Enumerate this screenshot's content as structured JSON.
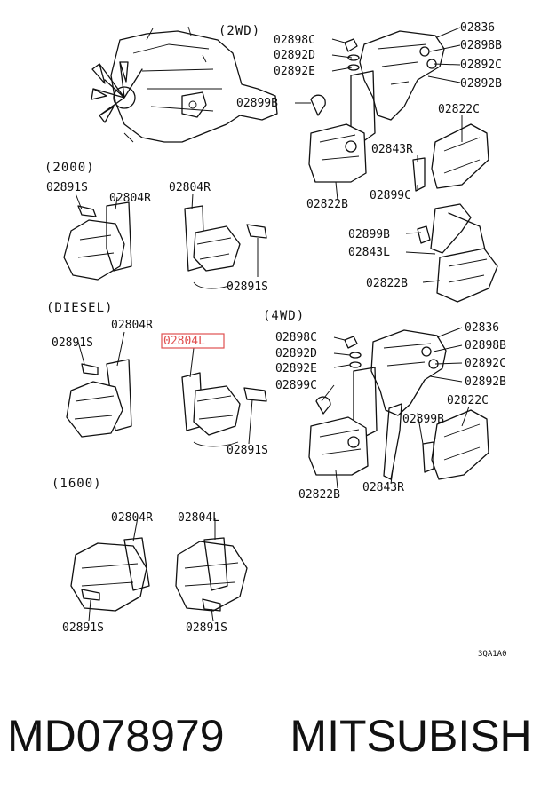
{
  "sections": {
    "twowd": "(2WD)",
    "fourwd": "(4WD)",
    "y2000": "(2000)",
    "diesel": "(DIESEL)",
    "y1600": "(1600)"
  },
  "labels": {
    "p02836_a": "02836",
    "p02898C_a": "02898C",
    "p02898B_a": "02898B",
    "p02892D_a": "02892D",
    "p02892C_a": "02892C",
    "p02892E_a": "02892E",
    "p02892B_a": "02892B",
    "p02899B_a": "02899B",
    "p02822C_a": "02822C",
    "p02843R_a": "02843R",
    "p02899C_a": "02899C",
    "p02822B_a": "02822B",
    "p02899B_b": "02899B",
    "p02843L_a": "02843L",
    "p02822B_b": "02822B",
    "p02891S_a": "02891S",
    "p02804R_a": "02804R",
    "p02804R_b": "02804R",
    "p02891S_b": "02891S",
    "p02804R_c": "02804R",
    "p02891S_c": "02891S",
    "p02804L_a": "02804L",
    "p02891S_d": "02891S",
    "p02836_b": "02836",
    "p02898C_b": "02898C",
    "p02898B_b": "02898B",
    "p02892D_b": "02892D",
    "p02892C_b": "02892C",
    "p02892E_b": "02892E",
    "p02892B_b": "02892B",
    "p02899C_b": "02899C",
    "p02822C_b": "02822C",
    "p02899B_c": "02899B",
    "p02822B_c": "02822B",
    "p02843R_b": "02843R",
    "p02804R_d": "02804R",
    "p02804L_b": "02804L",
    "p02891S_e": "02891S",
    "p02891S_f": "02891S",
    "diagram_code": "3QA1A0"
  },
  "highlight_color": "#e05050",
  "caption": {
    "part_number": "MD078979",
    "brand": "MITSUBISHI"
  }
}
